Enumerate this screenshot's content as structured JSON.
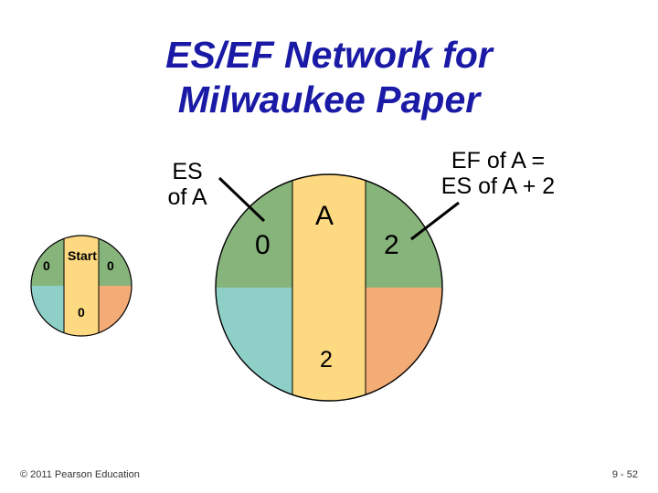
{
  "title": {
    "line1": "ES/EF Network for",
    "line2": "Milwaukee Paper"
  },
  "colors": {
    "title": "#1a1aa6",
    "top_quadrants": "#87b47b",
    "bottom_left_quadrant": "#8ecfc7",
    "bottom_right_quadrant": "#f4ac76",
    "center_band": "#fdd982",
    "outline": "#000000"
  },
  "start_node": {
    "label": "Start",
    "es": "0",
    "ef": "0",
    "ls": "0"
  },
  "node_a": {
    "label": "A",
    "es": "0",
    "ef": "2",
    "duration": "2"
  },
  "annotations": {
    "es_callout": "ES\nof A",
    "ef_callout": "EF of A =\nES of A + 2"
  },
  "footer": {
    "copyright": "© 2011 Pearson Education",
    "page": "9 - 52"
  }
}
